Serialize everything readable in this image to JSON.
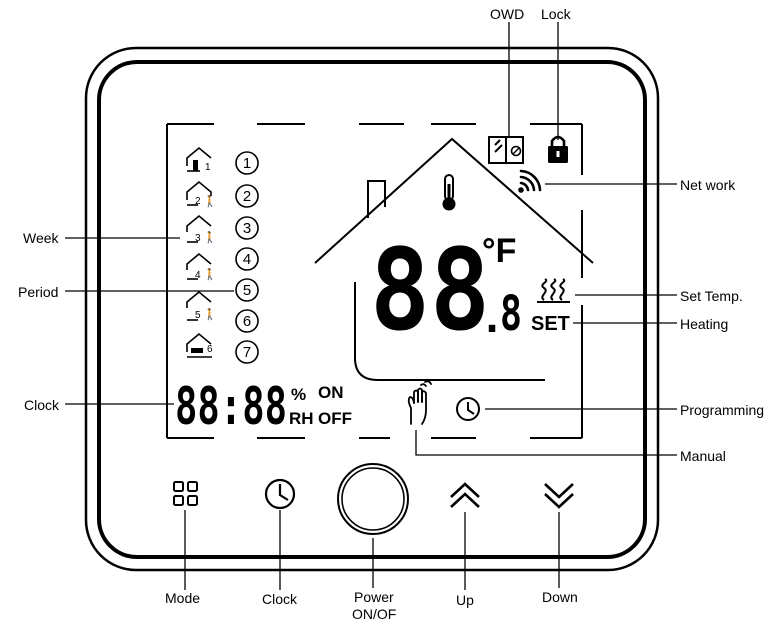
{
  "labels": {
    "owd": "OWD",
    "lock": "Lock",
    "network": "Net work",
    "set_temp": "Set Temp.",
    "heating": "Heating",
    "programming": "Programming",
    "manual": "Manual",
    "week": "Week",
    "period": "Period",
    "clock": "Clock",
    "mode": "Mode",
    "clock_button": "Clock",
    "power_line1": "Power",
    "power_line2": "ON/OF",
    "up": "Up",
    "down": "Down"
  },
  "display": {
    "main_digits": "88",
    "decimal_point": ".",
    "decimal_digit": "8",
    "unit": "°F",
    "set_label": "SET",
    "clock_digits": "88:88",
    "percent": "%",
    "rh": "RH",
    "on": "ON",
    "off": "OFF",
    "days": [
      "1",
      "2",
      "3",
      "4",
      "5",
      "6",
      "7"
    ],
    "day_circles": [
      "①",
      "②",
      "③",
      "④",
      "⑤",
      "⑥",
      "⑦"
    ]
  }
}
